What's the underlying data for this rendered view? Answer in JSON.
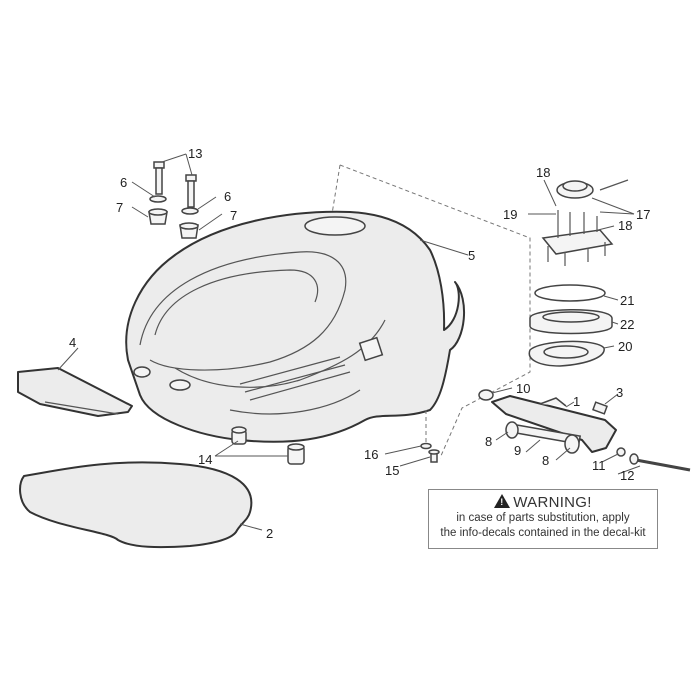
{
  "callouts": {
    "c1": "1",
    "c2": "2",
    "c3": "3",
    "c4": "4",
    "c5": "5",
    "c6a": "6",
    "c6b": "6",
    "c7a": "7",
    "c7b": "7",
    "c8a": "8",
    "c8b": "8",
    "c9": "9",
    "c10": "10",
    "c11": "11",
    "c12": "12",
    "c13": "13",
    "c14": "14",
    "c15": "15",
    "c16": "16",
    "c17": "17",
    "c18a": "18",
    "c18b": "18",
    "c19": "19",
    "c20": "20",
    "c21": "21",
    "c22": "22"
  },
  "warning": {
    "title": "WARNING!",
    "line1": "in case of parts substitution, apply",
    "line2": "the info-decals contained in the decal-kit",
    "icon": "warning-triangle-icon"
  }
}
